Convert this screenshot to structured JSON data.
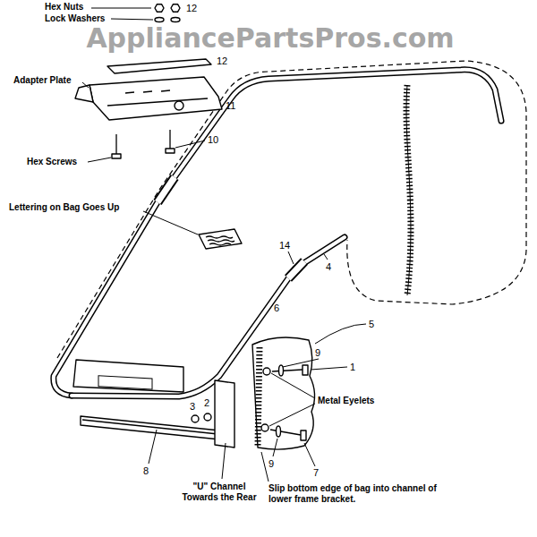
{
  "diagram": {
    "labels": [
      "AppliancePartsPros.com",
      "Hex Nuts",
      "12",
      "Lock Washers",
      "12",
      "Adapter Plate",
      "11",
      "Hex Screws",
      "10",
      "Lettering on Bag Goes Up",
      "14",
      "4",
      "6",
      "5",
      "9",
      "1",
      "Metal Eyelets",
      "9",
      "7",
      "3",
      "2",
      "8",
      "\"U\" Channel Towards the Rear",
      "Slip bottom edge of bag into channel of lower frame bracket."
    ]
  }
}
